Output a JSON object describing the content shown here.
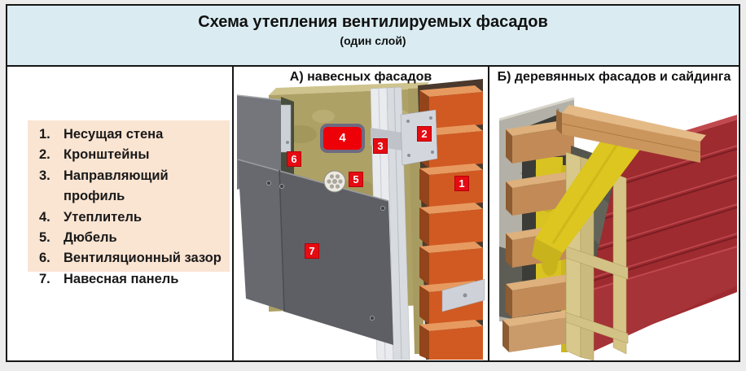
{
  "title": {
    "line1": "Схема утепления вентилируемых фасадов",
    "line2": "(один слой)"
  },
  "legend": {
    "items": [
      {
        "num": "1.",
        "label": "Несущая стена"
      },
      {
        "num": "2.",
        "label": "Кронштейны"
      },
      {
        "num": "3.",
        "label": "Направляющий профиль"
      },
      {
        "num": "4.",
        "label": "Утеплитель"
      },
      {
        "num": "5.",
        "label": "Дюбель"
      },
      {
        "num": "6.",
        "label": "Вентиляционный зазор"
      },
      {
        "num": "7.",
        "label": "Навесная панель"
      }
    ]
  },
  "panel_a": {
    "header": "А) навесных фасадов",
    "markers": [
      "1",
      "2",
      "3",
      "4",
      "5",
      "6",
      "7"
    ]
  },
  "panel_b": {
    "header": "Б) деревянных фасадов и сайдинга"
  },
  "colors": {
    "title_bar_bg": "#daecf2",
    "legend_bg": "#fae4d2",
    "marker_red": "#e60b12",
    "marker4_border": "#6e6a80",
    "brick_orange": "#d15a22",
    "insulation_khaki": "#aea165",
    "cladding_gray": "#63656a",
    "rail_white": "#e9ebee",
    "siding_red": "#9e2b30",
    "wood_tan": "#c18a57",
    "insulation_yellow": "#dcc61f",
    "concrete_gray": "#b3b1a7"
  }
}
